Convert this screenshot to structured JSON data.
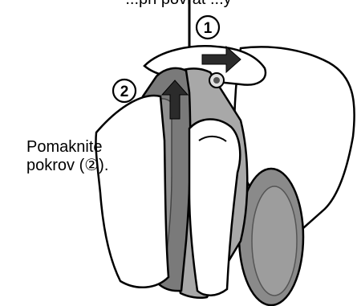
{
  "top_caption_fragment": "...pri povrat ...y",
  "callouts": [
    {
      "label": "1"
    },
    {
      "label": "2"
    }
  ],
  "caption": {
    "line1": "Pomaknite",
    "line2": "pokrov (②)."
  }
}
